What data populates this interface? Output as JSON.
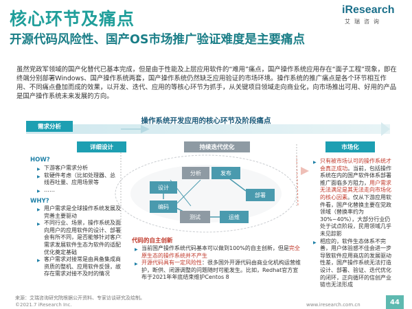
{
  "header": {
    "title": "核心环节及痛点",
    "subtitle": "开源代码风险性、国产OS市场推广验证难度是主要痛点",
    "logo_main": "iResearch",
    "logo_sub": "艾瑞咨询"
  },
  "intro": "虽然党政军领域的国产化替代已基本完成，但是由于性能及上层应用软件的“难用”痛点，国产操作系统应用存在“面子工程”现象，即在终端分别部署Windows、国产操作系统两套，国产操作系统仍然缺乏应用验证的市场环境。操作系统的推广痛点是各个环节相互作用、不同痛点叠加而成的效果，以开发、迭代、应用的等核心环节为抓手，从关键项目领域走向商业化，向市场推出可用、好用的产品是国产操作系统未来发展的方向。",
  "diagram": {
    "title": "操作系统开发应用的核心环节及阶段痛点",
    "steps": [
      "需求分析",
      "详细设计",
      "持续迭代优化",
      "市场化"
    ],
    "cycle": [
      "分析",
      "发布",
      "设计",
      "部署",
      "编码",
      "测试",
      "运维"
    ],
    "how_label": "HOW?",
    "how_items": [
      "下游客户需求分析",
      "软硬件考虑（比如处理器、总线吞吐量、应用场景等",
      "……"
    ],
    "why_label": "WHY?",
    "why_items": [
      "用户需求是全球操作系统发展及完善主要驱动",
      "不同行业、场景，操作系统及面向用户的应用软件的设计、部署会有所不同，是否能够针对客户需求发展软件生态为软件的适配优化奠定基础",
      "客户需求对接常是由具备集成商资质的整机、应用软件反馈，故存在需求对接不及时的情况"
    ],
    "self_innovation_label": "代码的自主创新",
    "self_items": [
      {
        "normal": "当前国产操作系统代码基本可以做到100%的自主创新，但是",
        "highlight": "完全原生态的操作系统并不产生"
      },
      {
        "normal_pre": "",
        "highlight": "开源代码具有一定风险性",
        "normal": "：很多国外开源代码由商业化机构运营维护，断供、闭源调整的问题随时可能发生。比如，Redhat官方宣布于2021年年底结束维护Centos 8"
      }
    ],
    "market_items": [
      {
        "highlight": "只有被市场认可的操作系统才会真正成功",
        "normal": "。当前，包括操作系统在内的国产软件体系部署推广面临多方阻力，",
        "highlight2": "用户需求无法满足是其无法走向市场化的核心因素",
        "normal2": "。仅从下游应用软件看，国产化替换主要在党政领域（替换率约为30%~40%），大部分行业仍处于试点阶段，民用领域几乎未见踪影"
      },
      {
        "normal": "相应的，软件生态体系不完善，用户体验感不佳会进一步导致软件应用商店的发展驱动性差，国产操作系统无法打造设计、部署、验证、迭代优化的闭环，正向循环的信创产业链也无法形成"
      }
    ]
  },
  "footer": {
    "source": "来源：艾瑞咨询研究院根据公开资料、专家访谈研究及绘制。",
    "copyright": "©2021.7 iResearch Inc.",
    "website": "www.iresearch.com.cn",
    "page": "44"
  },
  "colors": {
    "teal": "#1f9e9a",
    "step": "#1d9fb2",
    "box": "#4a9aae",
    "highlight": "#c0392b"
  }
}
